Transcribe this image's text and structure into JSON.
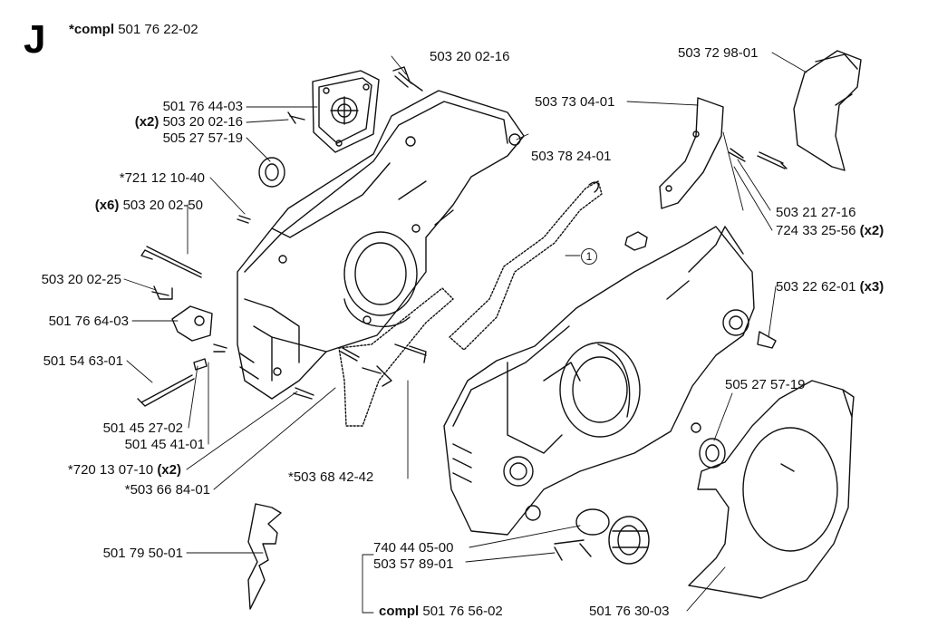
{
  "section": "J",
  "header": {
    "prefix": "*compl",
    "number": "501 76 22-02"
  },
  "labels": {
    "p503200216_top": "503 20 02-16",
    "p501764403": "501 76 44-03",
    "x2a": "(x2)",
    "p503200216_b": "503 20 02-16",
    "p505275719_a": "505 27 57-19",
    "p721121040": "*721 12 10-40",
    "x6": "(x6)",
    "p503200250": "503 20 02-50",
    "p503200225": "503 20 02-25",
    "p501766403": "501 76 64-03",
    "p501546301": "501 54 63-01",
    "p501452702": "501 45 27-02",
    "p501454101": "501 45 41-01",
    "p720130710": "*720 13 07-10",
    "x2b": "(x2)",
    "p503668401": "*503 66 84-01",
    "p501795001": "501 79 50-01",
    "p503729801": "503 72 98-01",
    "p503730401": "503 73 04-01",
    "p503782401": "503 78 24-01",
    "p503212716": "503 21 27-16",
    "p724332556": "724 33 25-56",
    "x2c": "(x2)",
    "p503226201": "503 22 62-01",
    "x3": "(x3)",
    "p505275719_b": "505 27 57-19",
    "p503684242": "*503 68 42-42",
    "p740440500": "740 44 05-00",
    "p503578901": "503 57 89-01",
    "compl_word": "compl",
    "p501765602": "501 76 56-02",
    "p501763003": "501 76 30-03",
    "callout_1": "1"
  }
}
